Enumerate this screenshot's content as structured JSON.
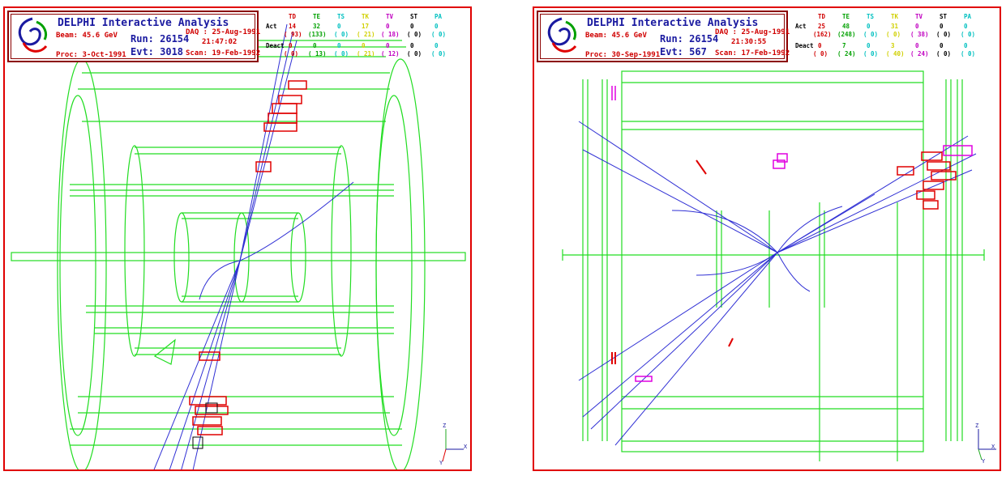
{
  "panels": [
    {
      "title": "DELPHI Interactive Analysis",
      "beam": "Beam: 45.6 GeV",
      "proc": "Proc: 3-Oct-1991",
      "run": "Run: 26154",
      "evt": "Evt: 3018",
      "daq": "DAQ : 25-Aug-1991",
      "time": "21:47:02",
      "scan": "Scan: 19-Feb-1992",
      "stat_headers": [
        "TD",
        "TE",
        "TS",
        "TK",
        "TV",
        "ST",
        "PA"
      ],
      "row_labels": [
        "Act",
        "Deact"
      ],
      "stat_rows": [
        [
          "14",
          "32",
          "0",
          "17",
          "0",
          "0",
          "0"
        ],
        [
          "( 93)",
          "(133)",
          "( 0)",
          "( 21)",
          "( 18)",
          "( 0)",
          "( 0)"
        ],
        [
          "0",
          "0",
          "0",
          "0",
          "0",
          "0",
          "0"
        ],
        [
          "( 0)",
          "( 13)",
          "( 0)",
          "( 21)",
          "( 12)",
          "( 0)",
          "( 0)"
        ]
      ],
      "axis_z": "Z",
      "axis_x": "X",
      "axis_y": "Y"
    },
    {
      "title": "DELPHI Interactive Analysis",
      "beam": "Beam: 45.6 GeV",
      "proc": "Proc: 30-Sep-1991",
      "run": "Run: 26154",
      "evt": "Evt: 567",
      "daq": "DAQ : 25-Aug-1991",
      "time": "21:30:55",
      "scan": "Scan: 17-Feb-1992",
      "stat_headers": [
        "TD",
        "TE",
        "TS",
        "TK",
        "TV",
        "ST",
        "PA"
      ],
      "row_labels": [
        "Act",
        "Deact"
      ],
      "stat_rows": [
        [
          "25",
          "48",
          "0",
          "31",
          "0",
          "0",
          "0"
        ],
        [
          "(162)",
          "(248)",
          "( 0)",
          "( 0)",
          "( 38)",
          "( 0)",
          "( 0)"
        ],
        [
          "0",
          "7",
          "0",
          "3",
          "0",
          "0",
          "0"
        ],
        [
          "( 0)",
          "( 24)",
          "( 0)",
          "( 40)",
          "( 24)",
          "( 0)",
          "( 0)"
        ]
      ],
      "axis_z": "Z",
      "axis_x": "X",
      "axis_y": "Y"
    }
  ],
  "colors": {
    "frame": "#e00000",
    "detector": "#22dd22",
    "tracks": "#1a1ad0",
    "hits": "#e00000",
    "muon": "#e000e0",
    "stat_header_colors": [
      "#d00000",
      "#00a000",
      "#00c0c0",
      "#d0d000",
      "#c000c0",
      "#000000",
      "#00c0c0"
    ]
  }
}
